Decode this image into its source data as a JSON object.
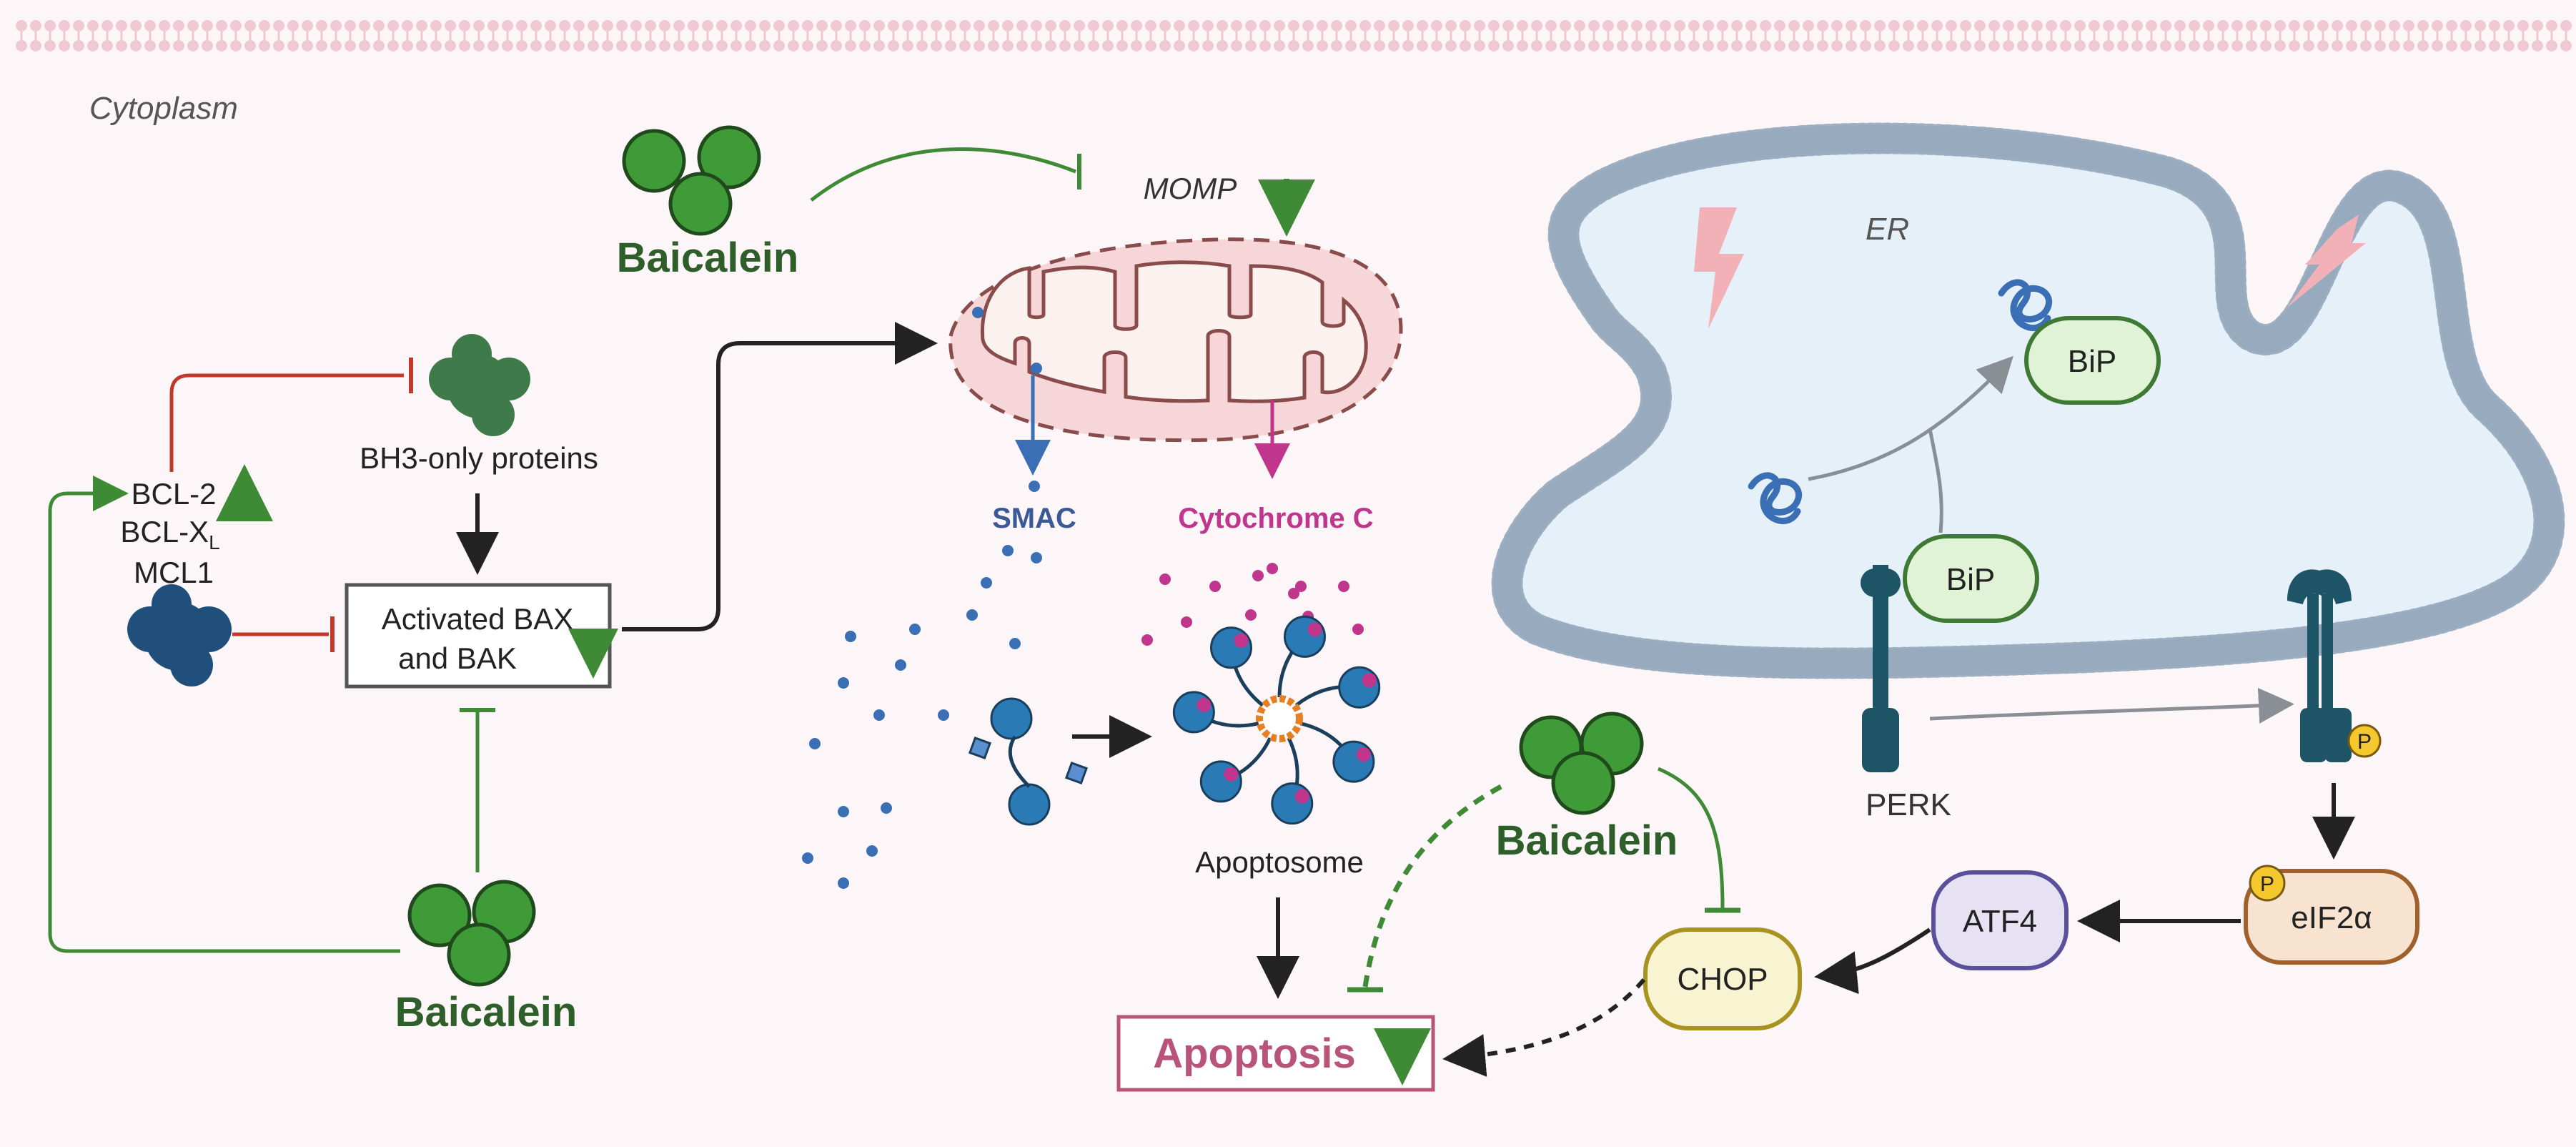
{
  "regions": {
    "cytoplasm": "Cytoplasm",
    "er": "ER"
  },
  "mito": {
    "momp": "MOMP",
    "smac": "SMAC",
    "cytochrome_c": "Cytochrome C"
  },
  "left": {
    "bcl2": "BCL-2",
    "bclxl_main": "BCL-X",
    "bclxl_sub": "L",
    "mcl1": "MCL1",
    "bh3": "BH3-only proteins",
    "bax_line1": "Activated BAX",
    "bax_line2": "and BAK"
  },
  "drug": {
    "name_top": "Baicalein",
    "name_left": "Baicalein",
    "name_right": "Baicalein"
  },
  "apoptosome": "Apoptosome",
  "apoptosis": "Apoptosis",
  "er_pathway": {
    "bip": "BiP",
    "bip_bound": "BiP",
    "perk": "PERK",
    "phospho": "P",
    "eif2a": "eIF2α",
    "atf4": "ATF4",
    "chop": "CHOP"
  },
  "colors": {
    "drug_green": "#3f9a38",
    "drug_text": "#2e5e2a",
    "inhibit_red": "#c0392b",
    "smac_blue": "#3a6fb5",
    "cyt_magenta": "#c0368d",
    "apoptosis_text": "#b8547a",
    "er_fill": "#e6f0f8",
    "membrane": "#9aabbd"
  },
  "indicators": {
    "momp": "down",
    "bcl2": "up",
    "bax": "down",
    "apoptosis": "down"
  }
}
